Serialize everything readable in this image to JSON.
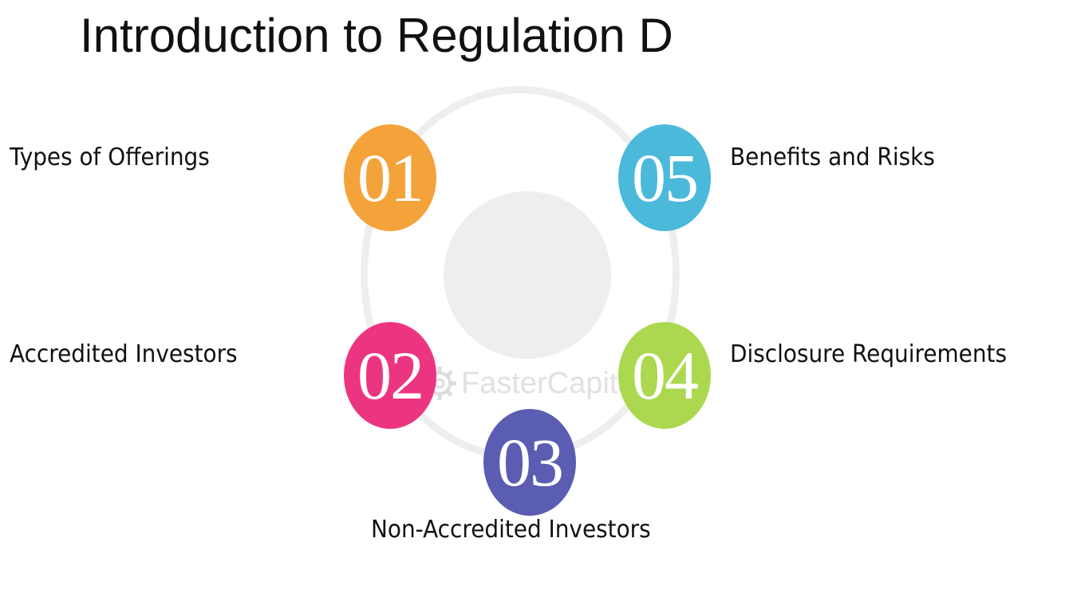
{
  "title": "Introduction to Regulation D",
  "colors": {
    "ring": "#eeeeee",
    "hub": "#eeeeee",
    "orange": "#f4a33a",
    "pink": "#ec3580",
    "indigo": "#5a5db2",
    "green": "#abd84e",
    "cyan": "#4bb9da"
  },
  "items": [
    {
      "number": "01",
      "label": "Types of Offerings",
      "color": "#f4a33a"
    },
    {
      "number": "02",
      "label": "Accredited Investors",
      "color": "#ec3580"
    },
    {
      "number": "03",
      "label": "Non-Accredited Investors",
      "color": "#5a5db2"
    },
    {
      "number": "04",
      "label": "Disclosure Requirements",
      "color": "#abd84e"
    },
    {
      "number": "05",
      "label": "Benefits and Risks",
      "color": "#4bb9da"
    }
  ],
  "watermark": {
    "text": "FasterCapital",
    "icon": "gear-icon"
  }
}
